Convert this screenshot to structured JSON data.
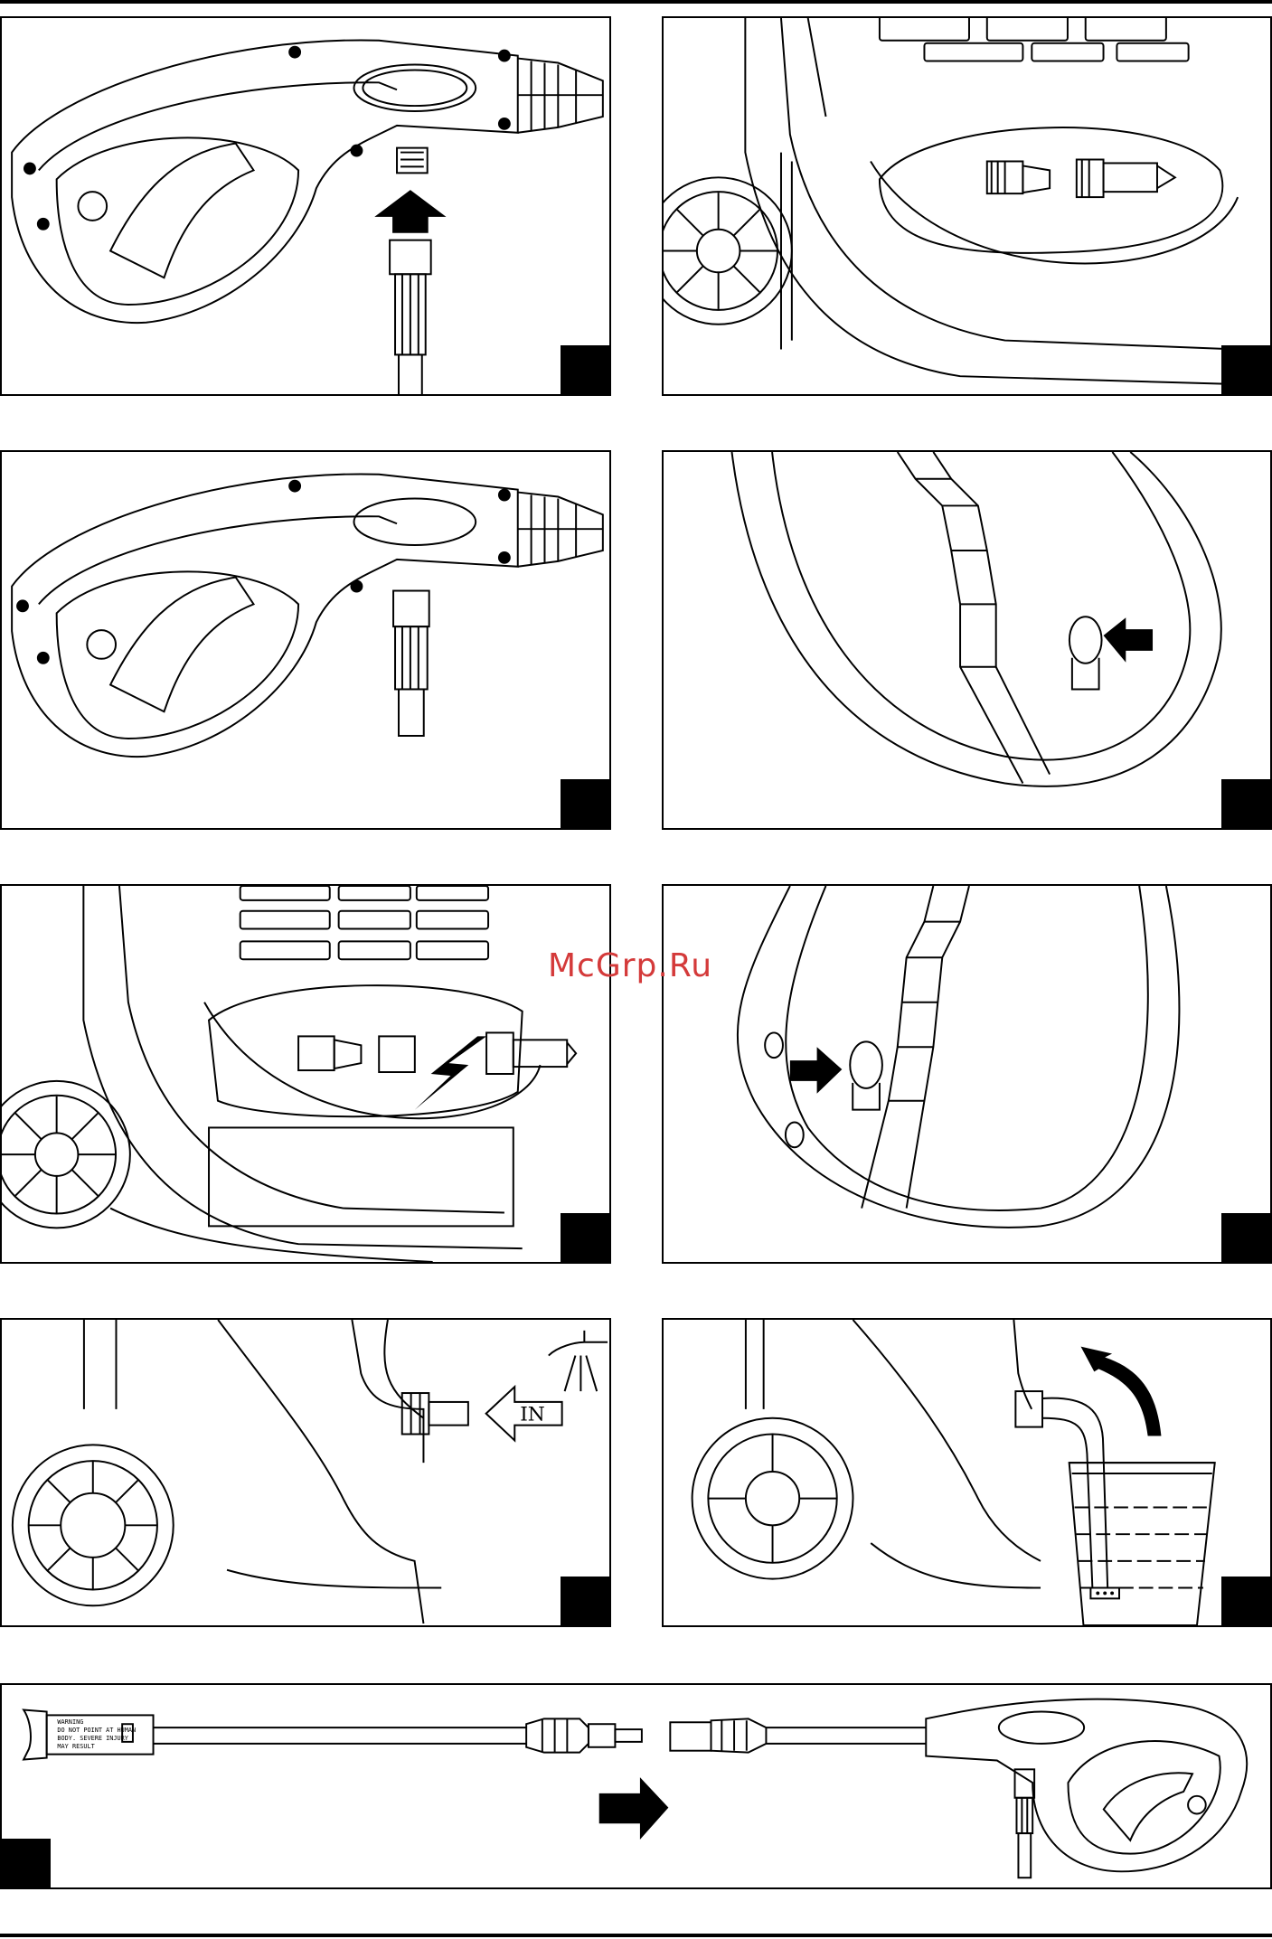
{
  "watermark": {
    "text": "McGrp.Ru",
    "color": "#d43a3a"
  },
  "figures": [
    {
      "id": "fig-1",
      "subject": "gun-hose-connect",
      "badge": "black-square"
    },
    {
      "id": "fig-2",
      "subject": "outlet-connectors",
      "badge": "black-square"
    },
    {
      "id": "fig-3",
      "subject": "gun-hose-attached",
      "badge": "black-square"
    },
    {
      "id": "fig-4",
      "subject": "trigger-lock-button",
      "badge": "black-square"
    },
    {
      "id": "fig-5",
      "subject": "inlet-filter-insert",
      "badge": "black-square"
    },
    {
      "id": "fig-6",
      "subject": "trigger-lock-release",
      "badge": "black-square"
    },
    {
      "id": "fig-7",
      "subject": "water-inlet",
      "badge": "black-square",
      "inlet_label": "IN"
    },
    {
      "id": "fig-8",
      "subject": "detergent-suction",
      "badge": "black-square"
    },
    {
      "id": "fig-9",
      "subject": "lance-to-gun",
      "badge": "black-square",
      "lance_warning": [
        "WARNING",
        "DO NOT POINT AT HUMAN",
        "BODY. SEVERE INJURY",
        "MAY RESULT"
      ]
    }
  ],
  "icons": [
    "arrow-up-icon",
    "arrow-left-icon",
    "arrow-right-icon",
    "lightning-arrow-icon",
    "curved-arrow-icon",
    "tap-icon"
  ]
}
